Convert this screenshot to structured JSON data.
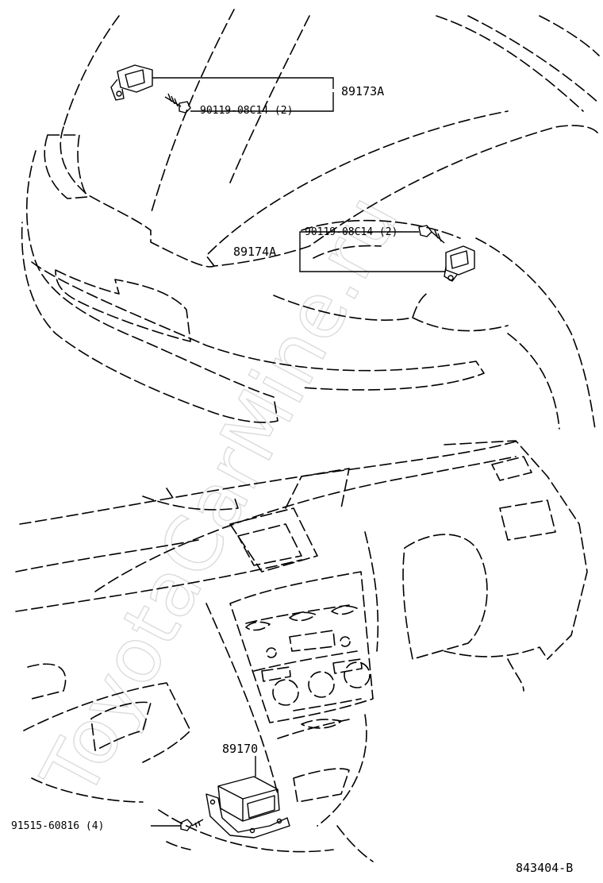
{
  "labels": {
    "upper_left_sensor": "89173A",
    "upper_left_bolt": "90119-08C14 (2)",
    "upper_right_sensor": "89174A",
    "upper_right_bolt": "90119-08C14 (2)",
    "airbag_ecu": "89170",
    "ecu_bolt": "91515-60816 (4)",
    "diagram_number": "843404-B"
  },
  "watermark": "ToyotaCarMine.ru"
}
